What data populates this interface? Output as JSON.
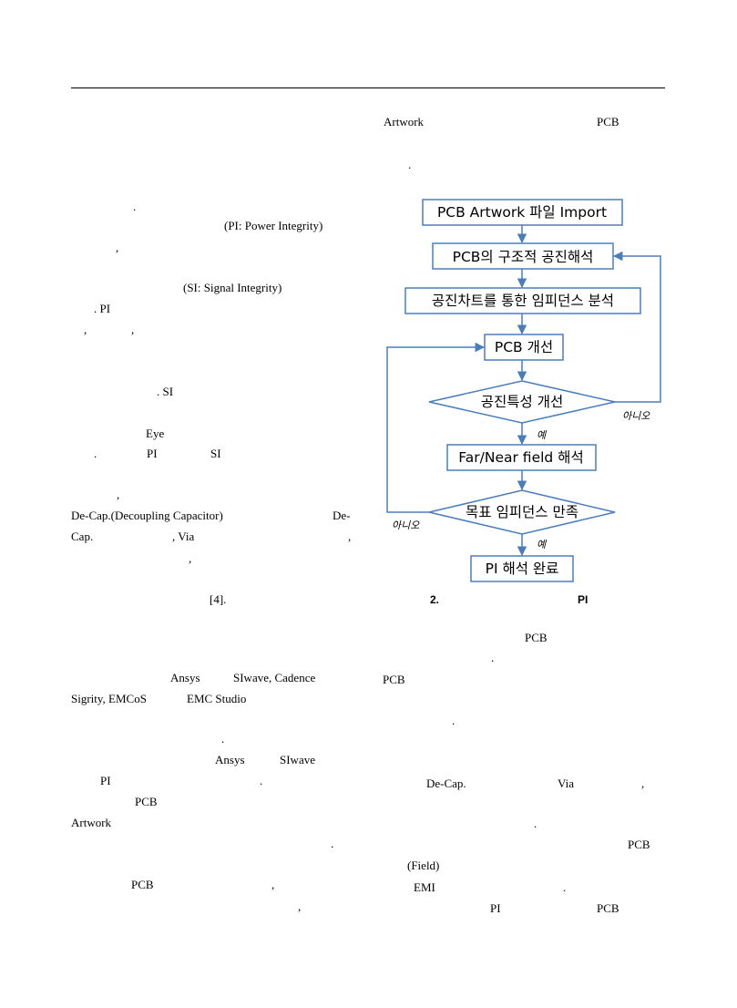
{
  "left_column": [
    ".",
    "(PI:  Power  Integrity)",
    ",",
    "(SI:  Signal  Integrity)",
    ".  PI",
    ",",
    ",",
    ".  SI",
    "Eye",
    ".",
    "PI",
    "SI",
    ",",
    "De-Cap.(Decoupling    Capacitor)",
    "De-",
    "Cap.",
    ",  Via",
    ",",
    ",",
    "[4].",
    "Ansys",
    "SIwave,  Cadence",
    "Sigrity,  EMCoS",
    "EMC  Studio",
    ".",
    "Ansys",
    "SIwave",
    "PI",
    ".",
    "PCB",
    "Artwork",
    ".",
    "PCB",
    ",",
    ","
  ],
  "right_column": [
    "Artwork",
    "PCB",
    ".",
    "PCB",
    ".",
    "PCB",
    ".",
    "De-Cap.",
    "Via",
    ",",
    ".",
    "PCB",
    "(Field)",
    "EMI",
    ".",
    "PI",
    "PCB"
  ],
  "flowchart": {
    "boxes": [
      "PCB Artwork 파일 Import",
      "PCB의 구조적 공진해석",
      "공진차트를 통한 임피던스 분석",
      "PCB 개선",
      "Far/Near field 해석",
      "PI 해석 완료"
    ],
    "decisions": [
      "공진특성 개선",
      "목표 임피던스 만족"
    ],
    "labels": {
      "yes": "예",
      "no": "아니오"
    },
    "colors": {
      "border": "#4a7ebb",
      "arrow": "#4a7ebb"
    }
  },
  "caption": {
    "number": "2.",
    "text": "PI"
  }
}
